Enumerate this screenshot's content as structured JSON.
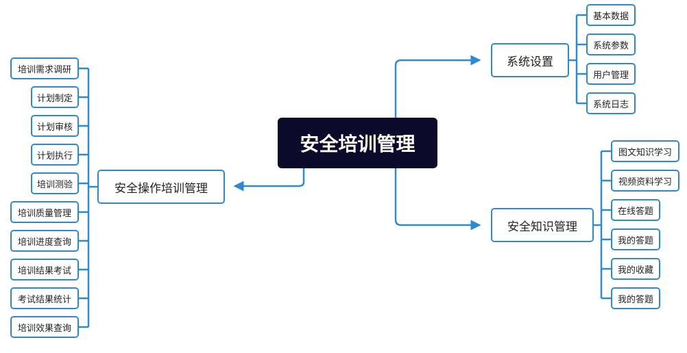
{
  "root": {
    "label": "安全培训管理"
  },
  "branches": [
    {
      "label": "安全操作培训管理",
      "children": [
        "培训需求调研",
        "计划制定",
        "计划审核",
        "计划执行",
        "培训测验",
        "培训质量管理",
        "培训进度查询",
        "培训结果考试",
        "考试结果统计",
        "培训效果查询"
      ]
    },
    {
      "label": "系统设置",
      "children": [
        "基本数据",
        "系统参数",
        "用户管理",
        "系统日志"
      ]
    },
    {
      "label": "安全知识管理",
      "children": [
        "图文知识学习",
        "视频资料学习",
        "在线答题",
        "我的答题",
        "我的收藏",
        "我的答题"
      ]
    }
  ],
  "colors": {
    "accent": "#2a8ad8",
    "root_fill": "#0b0a2a"
  }
}
